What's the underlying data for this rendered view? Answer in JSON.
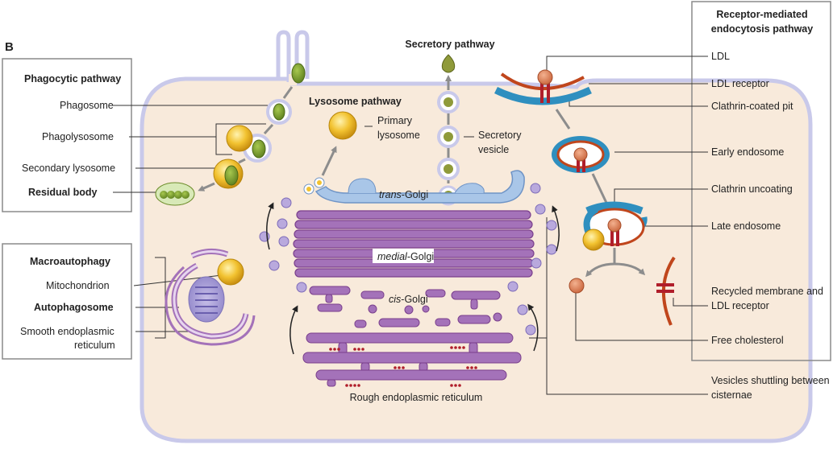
{
  "panel_letter": "B",
  "left_boxes": {
    "phagocytic": {
      "title": "Phagocytic pathway",
      "items": [
        "Phagosome",
        "Phagolysosome",
        "Secondary lysosome",
        "Residual body"
      ]
    },
    "macroautophagy": {
      "title": "Macroautophagy",
      "items": [
        "Mitochondrion",
        "Autophagosome",
        "Smooth endoplasmic",
        "reticulum"
      ]
    }
  },
  "right_box": {
    "title_line1": "Receptor-mediated",
    "title_line2": "endocytosis pathway",
    "items": [
      "LDL",
      "LDL receptor",
      "Clathrin-coated pit",
      "Early endosome",
      "Clathrin uncoating",
      "Late endosome",
      "Recycled membrane and",
      "LDL receptor",
      "Free cholesterol"
    ]
  },
  "center": {
    "lysosome_pathway": "Lysosome pathway",
    "primary_lysosome_l1": "Primary",
    "primary_lysosome_l2": "lysosome",
    "secretory_pathway": "Secretory pathway",
    "secretory_vesicle_l1": "Secretory",
    "secretory_vesicle_l2": "vesicle",
    "trans_golgi_prefix": "trans",
    "trans_golgi_suffix": "-Golgi",
    "medial_golgi_prefix": "medial",
    "medial_golgi_suffix": "-Golgi",
    "cis_golgi_prefix": "cis",
    "cis_golgi_suffix": "-Golgi",
    "rough_er": "Rough endoplasmic reticulum"
  },
  "outside": {
    "shuttling_l1": "Vesicles shuttling between",
    "shuttling_l2": "cisternae"
  },
  "colors": {
    "cell_fill": "#f8eadb",
    "cell_stroke": "#c9c9ea",
    "golgi_purple": "#a472b9",
    "golgi_dark": "#7a3f8c",
    "trans_blue": "#a9c6e8",
    "lysosome_yellow": "#f2c230",
    "green": "#7aa032",
    "clathrin": "#2f8fbf",
    "membrane_red": "#c0461c",
    "receptor_red": "#b01e2a",
    "ldl_orange": "#e08a62",
    "vesicle_lilac": "#b9a9dd"
  }
}
